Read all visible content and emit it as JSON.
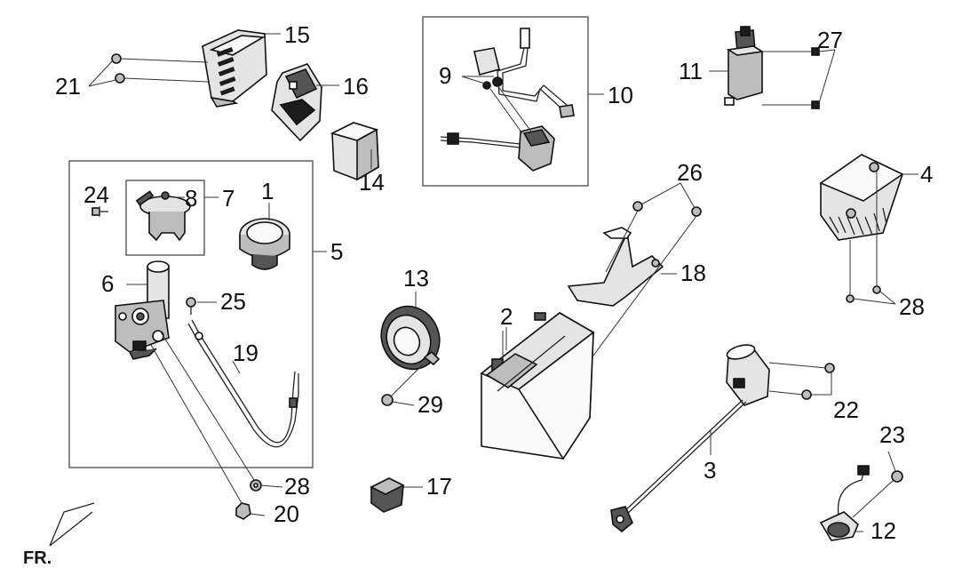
{
  "diagram": {
    "callouts": [
      {
        "id": "1",
        "text": "1"
      },
      {
        "id": "2",
        "text": "2"
      },
      {
        "id": "3",
        "text": "3"
      },
      {
        "id": "4",
        "text": "4"
      },
      {
        "id": "5",
        "text": "5"
      },
      {
        "id": "6",
        "text": "6"
      },
      {
        "id": "7",
        "text": "7"
      },
      {
        "id": "8",
        "text": "8"
      },
      {
        "id": "9",
        "text": "9"
      },
      {
        "id": "10",
        "text": "10"
      },
      {
        "id": "11",
        "text": "11"
      },
      {
        "id": "12",
        "text": "12"
      },
      {
        "id": "13",
        "text": "13"
      },
      {
        "id": "14",
        "text": "14"
      },
      {
        "id": "15",
        "text": "15"
      },
      {
        "id": "16",
        "text": "16"
      },
      {
        "id": "17",
        "text": "17"
      },
      {
        "id": "18",
        "text": "18"
      },
      {
        "id": "19",
        "text": "19"
      },
      {
        "id": "20",
        "text": "20"
      },
      {
        "id": "21",
        "text": "21"
      },
      {
        "id": "22",
        "text": "22"
      },
      {
        "id": "23",
        "text": "23"
      },
      {
        "id": "24",
        "text": "24"
      },
      {
        "id": "25",
        "text": "25"
      },
      {
        "id": "26",
        "text": "26"
      },
      {
        "id": "27",
        "text": "27"
      },
      {
        "id": "28a",
        "text": "28"
      },
      {
        "id": "28b",
        "text": "28"
      },
      {
        "id": "29",
        "text": "29"
      }
    ],
    "orientation_label": "FR."
  }
}
